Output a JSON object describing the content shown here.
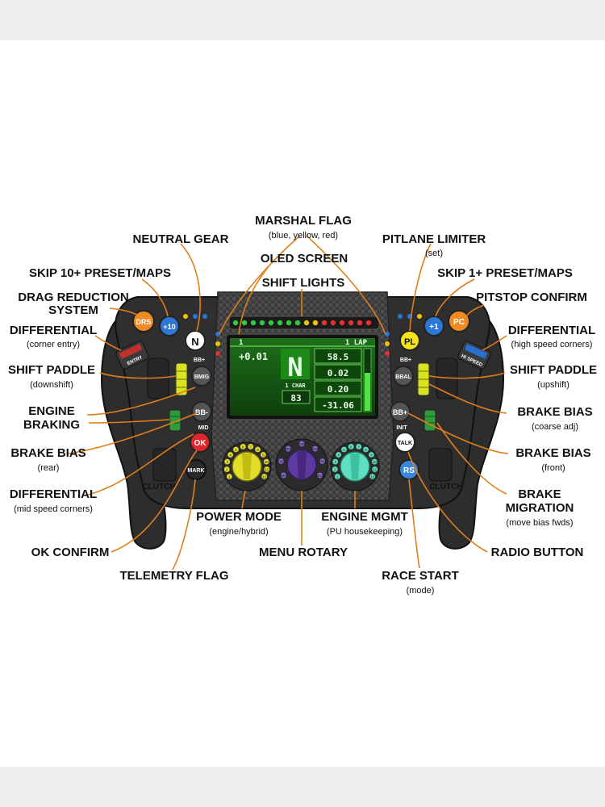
{
  "colors": {
    "leader": "#e07d1c",
    "wheel_body": "#2d2d2d",
    "screen_green": "#55e04a",
    "drs_orange": "#f08a24",
    "blue_button": "#2a78d4",
    "pl_yellow": "#f4e21a",
    "ok_red": "#e0262a"
  },
  "labels": {
    "marshal_flag": "MARSHAL FLAG",
    "marshal_flag_sub": "(blue, yellow, red)",
    "neutral_gear": "NEUTRAL GEAR",
    "pitlane_limiter": "PITLANE LIMITER",
    "pitlane_limiter_sub": "(set)",
    "oled_screen": "OLED SCREEN",
    "skip10": "SKIP 10+ PRESET/MAPS",
    "skip1": "SKIP 1+ PRESET/MAPS",
    "shift_lights": "SHIFT LIGHTS",
    "drs_line1": "DRAG REDUCTION",
    "drs_line2": "SYSTEM",
    "pitstop_confirm": "PITSTOP CONFIRM",
    "diff_entry": "DIFFERENTIAL",
    "diff_entry_sub": "(corner entry)",
    "diff_high": "DIFFERENTIAL",
    "diff_high_sub": "(high speed corners)",
    "shift_down": "SHIFT PADDLE",
    "shift_down_sub": "(downshift)",
    "shift_up": "SHIFT PADDLE",
    "shift_up_sub": "(upshift)",
    "engine_braking_1": "ENGINE",
    "engine_braking_2": "BRAKING",
    "brake_bias_coarse": "BRAKE BIAS",
    "brake_bias_coarse_sub": "(coarse adj)",
    "brake_bias_rear": "BRAKE BIAS",
    "brake_bias_rear_sub": "(rear)",
    "brake_bias_front": "BRAKE BIAS",
    "brake_bias_front_sub": "(front)",
    "diff_mid": "DIFFERENTIAL",
    "diff_mid_sub": "(mid speed corners)",
    "brake_migration_1": "BRAKE",
    "brake_migration_2": "MIGRATION",
    "brake_migration_sub": "(move bias fwds)",
    "power_mode": "POWER MODE",
    "power_mode_sub": "(engine/hybrid)",
    "engine_mgmt": "ENGINE MGMT",
    "engine_mgmt_sub": "(PU housekeeping)",
    "ok_confirm": "OK CONFIRM",
    "menu_rotary": "MENU ROTARY",
    "radio_button": "RADIO BUTTON",
    "telemetry_flag": "TELEMETRY FLAG",
    "race_start": "RACE START",
    "race_start_sub": "(mode)"
  },
  "wheel": {
    "drs": "DRS",
    "plus10": "+10",
    "n": "N",
    "pl": "PL",
    "plus1": "+1",
    "pc": "PC",
    "entry": "ENTRY",
    "hi_speed": "HI SPEED",
    "bb_plus_left": "BB+",
    "bb_plus_right": "BB+",
    "bmig": "BMIG",
    "bbal": "BBAL",
    "bb_minus": "BB-",
    "bb_plus2": "BB+",
    "mid": "MID",
    "init": "INIT",
    "ok": "OK",
    "talk": "TALK",
    "mark": "MARK",
    "rs": "RS",
    "clutch_left": "CLUTCH",
    "clutch_right": "CLUTCH"
  },
  "screen": {
    "top_left": "1",
    "top_right": "1 LAP",
    "delta": "+0.01",
    "gear": "N",
    "gear_sub": "1 CHAR",
    "fuel": "83",
    "v1": "58.5",
    "v2": "0.02",
    "v3": "0.20",
    "v4": "-31.06"
  },
  "rotary_power": [
    "1",
    "2",
    "3",
    "4",
    "5",
    "6",
    "7",
    "8",
    "9",
    "10",
    "11",
    "12"
  ],
  "rotary_menu": [
    "WET",
    "EXIT",
    "BRK",
    "DIF",
    "DISP",
    "TRQ",
    "REVS"
  ],
  "rotary_engine": [
    "1",
    "2",
    "3",
    "4",
    "5",
    "6",
    "7",
    "8",
    "9",
    "10",
    "11",
    "12"
  ]
}
